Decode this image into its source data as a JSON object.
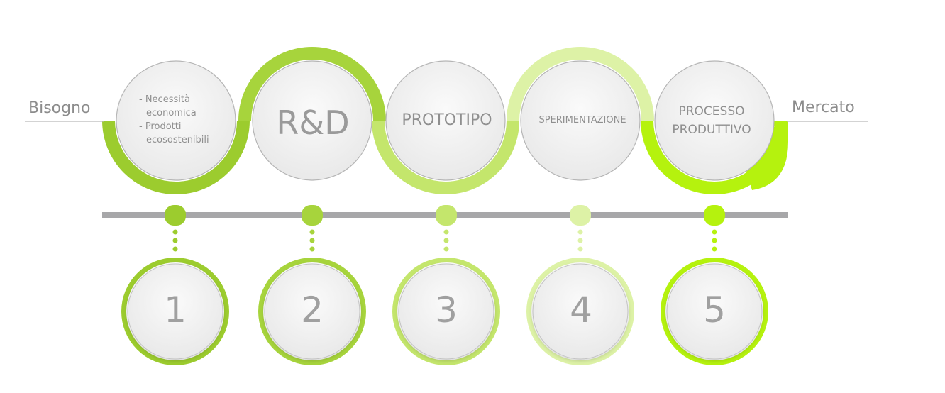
{
  "side_labels": {
    "left": "Bisogno",
    "right": "Mercato"
  },
  "stages": [
    {
      "lines": [
        "- Necessità",
        "economica",
        "- Prodotti",
        "ecosostenibili"
      ],
      "color": "#9ccc2e"
    },
    {
      "lines": [
        "R&D"
      ],
      "color": "#a7d43c"
    },
    {
      "lines": [
        "PROTOTIPO"
      ],
      "color": "#c4e66c"
    },
    {
      "lines": [
        "SPERIMENTAZIONE"
      ],
      "color": "#ddf2a6"
    },
    {
      "lines": [
        "PROCESSO",
        "PRODUTTIVO"
      ],
      "color": "#b5f20e"
    }
  ],
  "steps": [
    {
      "number": "1",
      "color": "#9ccc2e"
    },
    {
      "number": "2",
      "color": "#a7d43c"
    },
    {
      "number": "3",
      "color": "#c4e66c"
    },
    {
      "number": "4",
      "color": "#ddf2a6"
    },
    {
      "number": "5",
      "color": "#b5f20e"
    }
  ]
}
